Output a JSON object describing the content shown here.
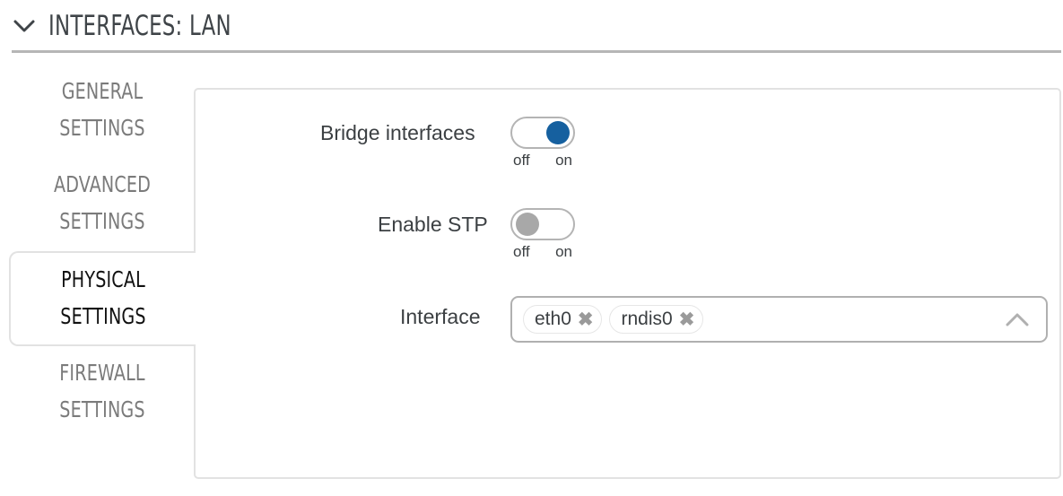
{
  "header": {
    "title": "INTERFACES: LAN",
    "collapse_icon": "chevron-down-icon"
  },
  "tabs": [
    {
      "line1": "GENERAL",
      "line2": "SETTINGS",
      "active": false
    },
    {
      "line1": "ADVANCED",
      "line2": "SETTINGS",
      "active": false
    },
    {
      "line1": "PHYSICAL",
      "line2": "SETTINGS",
      "active": true
    },
    {
      "line1": "FIREWALL",
      "line2": "SETTINGS",
      "active": false
    }
  ],
  "form": {
    "bridge": {
      "label": "Bridge interfaces",
      "state": "on",
      "off_label": "off",
      "on_label": "on"
    },
    "stp": {
      "label": "Enable STP",
      "state": "off",
      "off_label": "off",
      "on_label": "on"
    },
    "interface": {
      "label": "Interface",
      "values": [
        {
          "name": "eth0",
          "remove_icon": "close-icon"
        },
        {
          "name": "rndis0",
          "remove_icon": "close-icon"
        }
      ],
      "caret_icon": "chevron-up-icon",
      "remove_glyph": "✖"
    }
  },
  "colors": {
    "toggle_on": "#16609f",
    "toggle_off": "#a8a8a8",
    "border": "#e2e2e2",
    "divider": "#b6b6b6",
    "label_text": "#3c4043",
    "tab_inactive_text": "#7b7b7b",
    "tab_active_text": "#111111"
  }
}
